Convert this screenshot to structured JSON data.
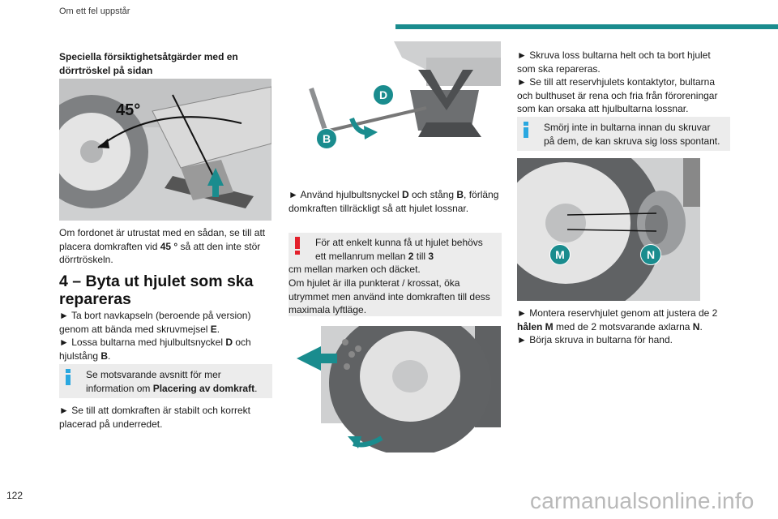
{
  "header": {
    "section": "Om ett fel uppstår"
  },
  "page_number": "122",
  "watermark": "carmanualsonline.info",
  "col1": {
    "heading_sub": "Speciella försiktighetsåtgärder med en dörrtröskel på sidan",
    "fig1_label": "45°",
    "para1_a": "Om fordonet är utrustat med en sådan, se till att placera domkraften vid ",
    "para1_b": "45 °",
    "para1_c": " så att den inte stör dörrtröskeln.",
    "heading": "4 – Byta ut hjulet som ska repareras",
    "step1_a": "► Ta bort navkapseln (beroende på version) genom att bända med skruvmejsel ",
    "step1_b": "E",
    "step1_c": ".",
    "step2_a": "► Lossa bultarna med hjulbultsnyckel ",
    "step2_b": "D",
    "step2_c": " och hjulstång ",
    "step2_d": "B",
    "step2_e": ".",
    "info_a": "Se motsvarande avsnitt för mer information om ",
    "info_b": "Placering av domkraft",
    "info_c": ".",
    "step3": "► Se till att domkraften är stabilt och korrekt placerad på underredet."
  },
  "col2": {
    "callout_d": "D",
    "callout_b": "B",
    "step_a": "► Använd hjulbultsnyckel ",
    "step_b": "D",
    "step_c": " och stång ",
    "step_d": "B",
    "step_e": ", förläng domkraften tillräckligt så att hjulet lossnar.",
    "warn_a": "För att enkelt kunna få ut hjulet behövs ett mellanrum mellan ",
    "warn_b": "2",
    "warn_c": " till ",
    "warn_d": "3",
    "warn_e": " cm mellan marken och däcket.",
    "warn_f": "Om hjulet är illa punkterat / krossat, öka utrymmet men använd inte domkraften till dess maximala lyftläge."
  },
  "col3": {
    "step1": "► Skruva loss bultarna helt och ta bort hjulet som ska repareras.",
    "step2": "► Se till att reservhjulets kontaktytor, bultarna och bulthuset är rena och fria från föroreningar som kan orsaka att hjulbultarna lossnar.",
    "info": "Smörj inte in bultarna innan du skruvar på dem, de kan skruva sig loss spontant.",
    "callout_m": "M",
    "callout_n": "N",
    "step3_a": "► Montera reservhjulet genom att justera de 2 ",
    "step3_b": "hålen M",
    "step3_c": " med de 2 motsvarande axlarna ",
    "step3_d": "N",
    "step3_e": ".",
    "step4": "► Börja skruva in bultarna för hand."
  },
  "colors": {
    "accent": "#1a8c8e",
    "warning": "#e3202b",
    "info": "#2aa8e0",
    "note_bg": "#ececec"
  },
  "icons": [
    "info-icon",
    "warning-icon",
    "arrow-icon"
  ]
}
